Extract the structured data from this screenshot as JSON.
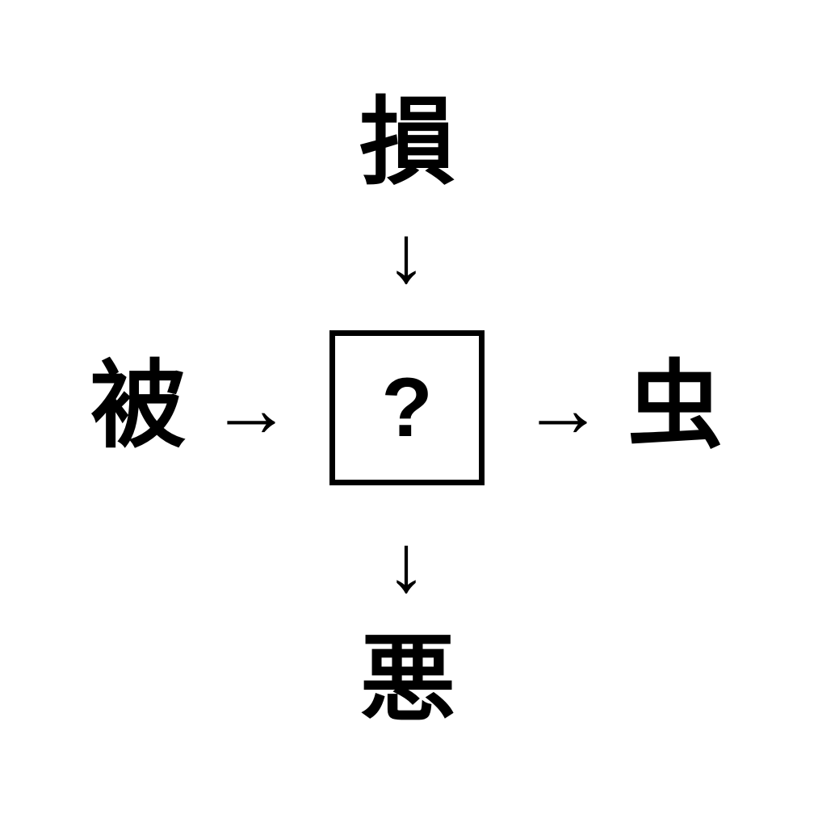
{
  "puzzle": {
    "top_char": "損",
    "left_char": "被",
    "right_char": "虫",
    "bottom_char": "悪",
    "center_placeholder": "?"
  },
  "icons": {
    "arrow_down": "↓",
    "arrow_right": "→"
  },
  "colors": {
    "background": "#ffffff",
    "ink": "#000000"
  }
}
